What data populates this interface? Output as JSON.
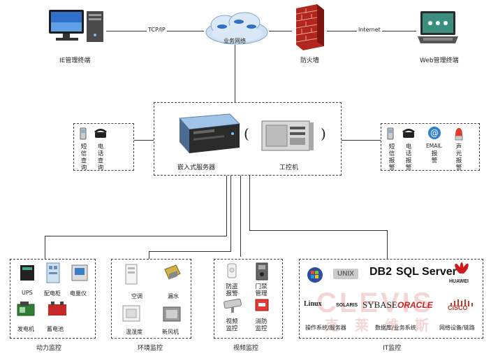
{
  "top": {
    "ie_terminal": "IE管理终端",
    "tcpip": "TCP/IP",
    "network": "业务网络",
    "firewall": "防火墙",
    "internet": "Internet",
    "web_terminal": "Web管理终端"
  },
  "center": {
    "embedded_server": "嵌入式服务器",
    "ipc": "工控机"
  },
  "left_alarm": {
    "sms_query": "短信查询",
    "phone_query": "电话查询"
  },
  "right_alarm": {
    "sms_alarm": "短信报警",
    "phone_alarm": "电话报警",
    "email_text": "EMAIL",
    "email_alarm": "报警",
    "sound_alarm": "声光报警"
  },
  "power": {
    "title": "动力监控",
    "ups": "UPS",
    "pdu": "配电柜",
    "meter": "电量仪",
    "generator": "发电机",
    "battery": "蓄电池"
  },
  "environment": {
    "title": "环境监控",
    "ac": "空调",
    "leak": "漏水",
    "temp": "温湿度",
    "fresh_air": "新风机"
  },
  "video": {
    "title": "视频监控",
    "burglar_1": "防盗",
    "burglar_2": "报警",
    "access_1": "门禁",
    "access_2": "管理",
    "video_1": "视频",
    "video_2": "监控",
    "fire_1": "消防",
    "fire_2": "监控"
  },
  "it": {
    "title": "IT监控",
    "os_servers": "操作系统/服务器",
    "db_services": "数据库/业务系统",
    "net_devices": "网络设备/链路",
    "logos": {
      "unix": "UNIX",
      "db2": "DB2",
      "sqlserver": "SQL Server",
      "huawei": "HUAWEI",
      "linux": "Linux",
      "solaris": "SOLARIS",
      "sybase": "SYBASE",
      "oracle": "ORACLE",
      "cisco": "CISCO"
    },
    "watermark_latin": "CLEVIS",
    "watermark_cn": "克 莱 维 斯"
  },
  "colors": {
    "line": "#333333",
    "firewall": "#b3261e",
    "oracle": "#d01f1f",
    "huawei": "#d0181b",
    "cisco": "#c0392b",
    "watermark": "#e9b8b2",
    "network_cloud": "#7fa7cf"
  }
}
